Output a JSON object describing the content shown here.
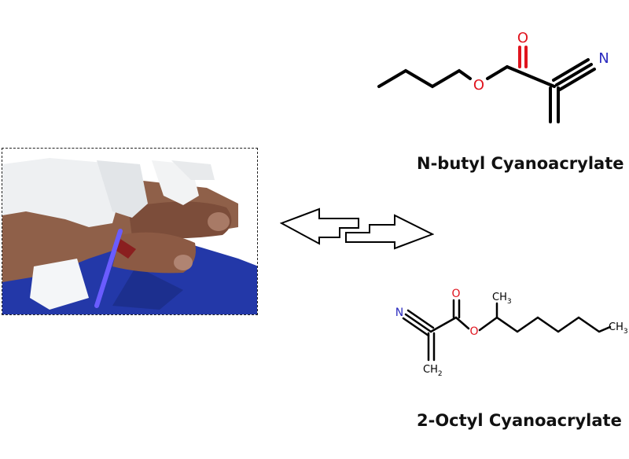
{
  "molecules": {
    "butyl": {
      "name": "N-butyl Cyanoacrylate",
      "atoms": {
        "oxygen_carbonyl": "O",
        "oxygen_ester": "O",
        "nitrogen": "N"
      }
    },
    "octyl": {
      "name": "2-Octyl Cyanoacrylate",
      "atoms": {
        "nitrogen": "N",
        "oxygen_carbonyl": "O",
        "oxygen_ester": "O",
        "methyl_top": "CH",
        "methyl_top_sub": "3",
        "methyl_end": "CH",
        "methyl_end_sub": "3",
        "methylene": "CH",
        "methylene_sub": "2"
      }
    }
  },
  "colors": {
    "oxygen": "#e0141e",
    "nitrogen": "#2b2bbf",
    "bond": "#000000",
    "glove": "#eef0f2",
    "skin": "#8a5a44",
    "catheter": "#6a5cff"
  },
  "arrow_icon": "bidirectional-arrow-icon",
  "photo_icon": "surgical-application-photo"
}
